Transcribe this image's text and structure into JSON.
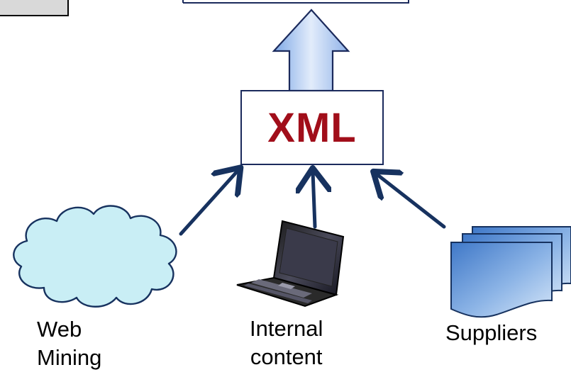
{
  "hub": {
    "label": "XML",
    "color": "#a10e1a",
    "border_color": "#1b2a5c"
  },
  "sources": {
    "web": {
      "line1": "Web",
      "line2": "Mining"
    },
    "internal": {
      "line1": "Internal",
      "line2": "content"
    },
    "suppliers": {
      "line1": "Suppliers"
    }
  },
  "colors": {
    "arrow": "#17325f",
    "cloud_fill": "#c9eef5",
    "document_fill": "#6f9ed8",
    "up_arrow_fill": "#a9c4ee",
    "corner_box_fill": "#d9d9d9"
  }
}
